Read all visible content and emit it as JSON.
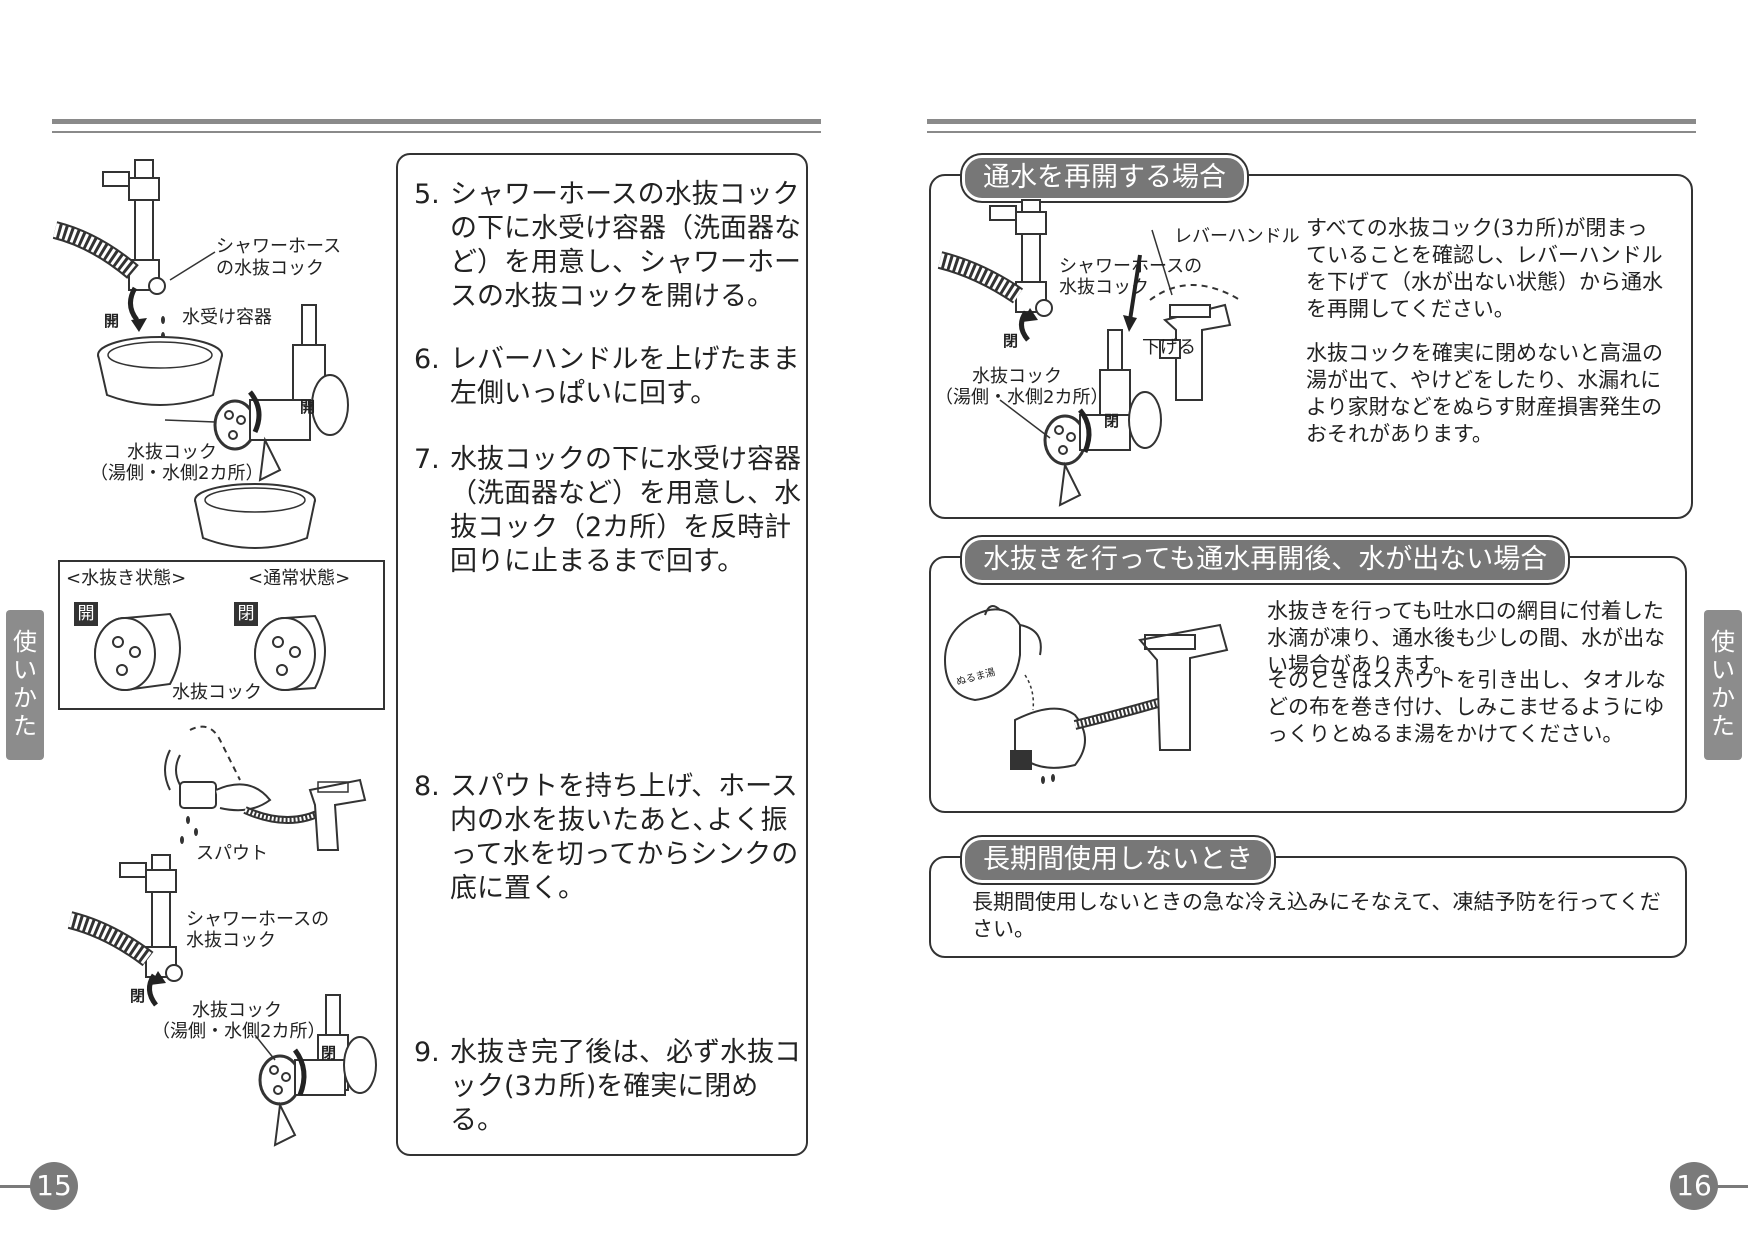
{
  "left_page": {
    "steps": [
      {
        "num": "5.",
        "text": "シャワーホースの水抜コックの下に水受け容器（洗面器など）を用意し、シャワーホースの水抜コックを開ける。"
      },
      {
        "num": "6.",
        "text": "レバーハンドルを上げたまま左側いっぱいに回す。"
      },
      {
        "num": "7.",
        "text": "水抜コックの下に水受け容器（洗面器など）を用意し、水抜コック（2カ所）を反時計回りに止まるまで回す。"
      },
      {
        "num": "8.",
        "text": "スパウトを持ち上げ、ホース内の水を抜いたあと､よく振って水を切ってからシンクの底に置く。"
      },
      {
        "num": "9.",
        "text": "水抜き完了後は、必ず水抜コック(3カ所)を確実に閉める。"
      }
    ],
    "labels": {
      "shower_cock": "シャワーホース",
      "shower_cock2": "の水抜コック",
      "open": "開",
      "water_container": "水受け容器",
      "open2": "開",
      "drain_cock": "水抜コック",
      "drain_cock_where": "（湯側・水側2カ所）",
      "state_drain": "<水抜き状態>",
      "state_normal": "<通常状態>",
      "state_open": "開",
      "state_closed": "閉",
      "state_cock": "水抜コック",
      "spout": "スパウト",
      "shower_cock_b": "シャワーホースの",
      "shower_cock_b2": "水抜コック",
      "closed_b": "閉",
      "drain_cock_b": "水抜コック",
      "drain_cock_where_b": "（湯側・水側2カ所）",
      "closed_b2": "閉"
    },
    "side_tab": [
      "使",
      "い",
      "か",
      "た"
    ],
    "page_number": "15"
  },
  "right_page": {
    "section1": {
      "title": "通水を再開する場合",
      "lever_label": "レバーハンドル",
      "shower_cock": "シャワーホースの",
      "shower_cock2": "水抜コック",
      "closed": "閉",
      "lower": "下げる",
      "drain_cock": "水抜コック",
      "drain_cock_where": "（湯側・水側2カ所）",
      "closed2": "閉",
      "para1": "すべての水抜コック(3カ所)が閉まっていることを確認し、レバーハンドルを下げて（水が出ない状態）から通水を再開してください。",
      "para2": "水抜コックを確実に閉めないと高温の湯が出て、やけどをしたり、水漏れにより家財などをぬらす財産損害発生のおそれがあります。"
    },
    "section2": {
      "title": "水抜きを行っても通水再開後、水が出ない場合",
      "kettle_label": "ぬるま湯",
      "para1": "水抜きを行っても吐水口の網目に付着した水滴が凍り、通水後も少しの間、水が出ない場合があります。",
      "para2": "そのときはスパウトを引き出し、タオルなどの布を巻き付け、しみこませるようにゆっくりとぬるま湯をかけてください。"
    },
    "section3": {
      "title": "長期間使用しないとき",
      "text": "長期間使用しないときの急な冷え込みにそなえて、凍結予防を行ってください。"
    },
    "side_tab": [
      "使",
      "い",
      "か",
      "た"
    ],
    "page_number": "16"
  }
}
